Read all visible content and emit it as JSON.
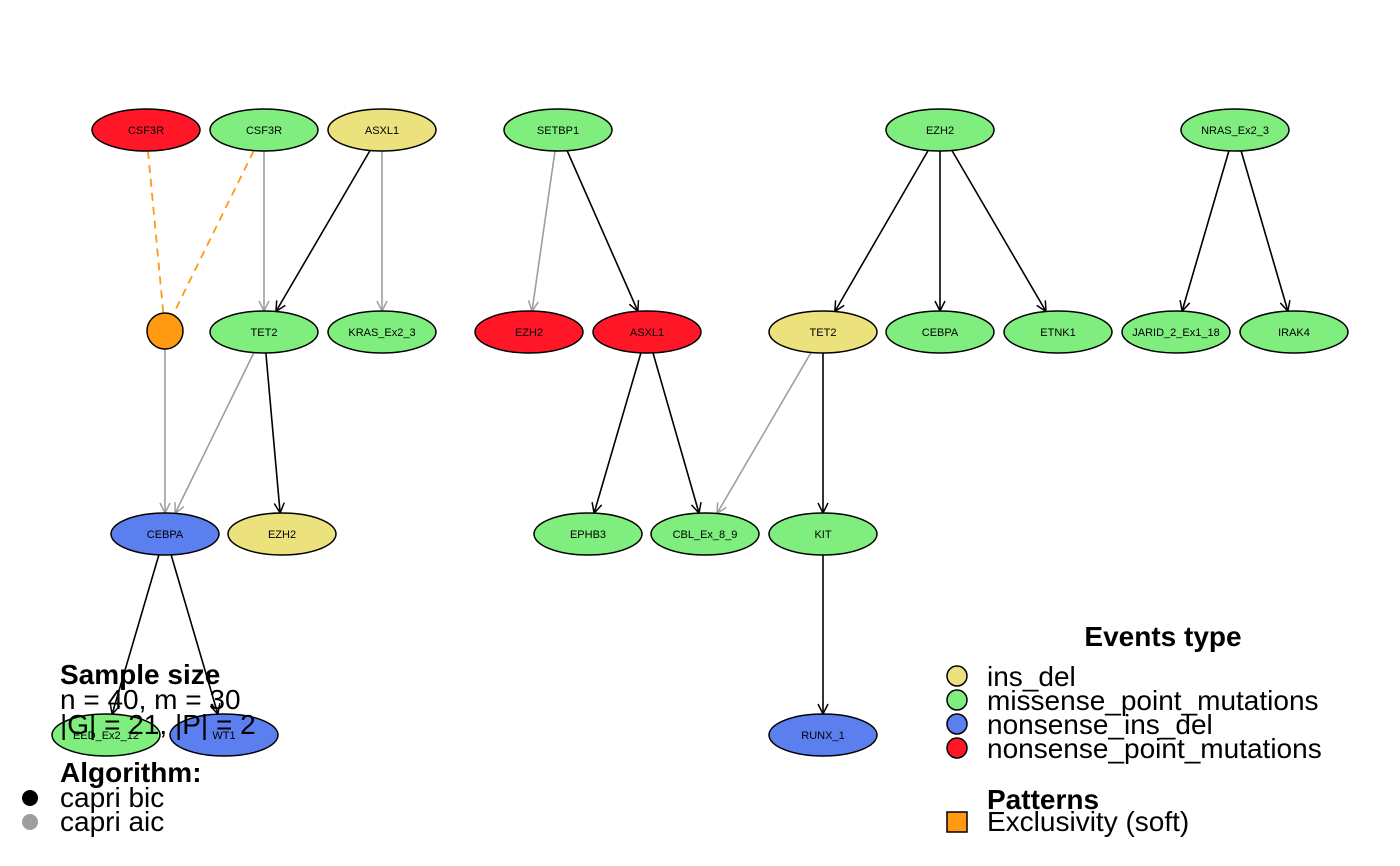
{
  "colors": {
    "ins_del": "#EBE27E",
    "missense_point_mutations": "#7FEE7F",
    "nonsense_ins_del": "#5B7FEE",
    "nonsense_point_mutations": "#FF1727",
    "pattern": "#FF9A12",
    "edge_bic": "#000000",
    "edge_aic": "#9E9E9E"
  },
  "nodes": [
    {
      "id": "csf3r_np",
      "label": "CSF3R",
      "type": "nonsense_point_mutations"
    },
    {
      "id": "csf3r_m",
      "label": "CSF3R",
      "type": "missense_point_mutations"
    },
    {
      "id": "asxl1_id",
      "label": "ASXL1",
      "type": "ins_del"
    },
    {
      "id": "setbp1",
      "label": "SETBP1",
      "type": "missense_point_mutations"
    },
    {
      "id": "ezh2_m",
      "label": "EZH2",
      "type": "missense_point_mutations"
    },
    {
      "id": "nras",
      "label": "NRAS_Ex2_3",
      "type": "missense_point_mutations"
    },
    {
      "id": "xor",
      "label": "",
      "type": "pattern"
    },
    {
      "id": "tet2_m",
      "label": "TET2",
      "type": "missense_point_mutations"
    },
    {
      "id": "kras",
      "label": "KRAS_Ex2_3",
      "type": "missense_point_mutations"
    },
    {
      "id": "ezh2_np",
      "label": "EZH2",
      "type": "nonsense_point_mutations"
    },
    {
      "id": "asxl1_np",
      "label": "ASXL1",
      "type": "nonsense_point_mutations"
    },
    {
      "id": "tet2_id",
      "label": "TET2",
      "type": "ins_del"
    },
    {
      "id": "cebpa_m",
      "label": "CEBPA",
      "type": "missense_point_mutations"
    },
    {
      "id": "etnk1",
      "label": "ETNK1",
      "type": "missense_point_mutations"
    },
    {
      "id": "jarid",
      "label": "JARID_2_Ex1_18",
      "type": "missense_point_mutations"
    },
    {
      "id": "irak4",
      "label": "IRAK4",
      "type": "missense_point_mutations"
    },
    {
      "id": "cebpa_ni",
      "label": "CEBPA",
      "type": "nonsense_ins_del"
    },
    {
      "id": "ezh2_id",
      "label": "EZH2",
      "type": "ins_del"
    },
    {
      "id": "ephb3",
      "label": "EPHB3",
      "type": "missense_point_mutations"
    },
    {
      "id": "cbl",
      "label": "CBL_Ex_8_9",
      "type": "missense_point_mutations"
    },
    {
      "id": "kit",
      "label": "KIT",
      "type": "missense_point_mutations"
    },
    {
      "id": "eed",
      "label": "EED_Ex2_12",
      "type": "missense_point_mutations"
    },
    {
      "id": "wt1",
      "label": "WT1",
      "type": "nonsense_ins_del"
    },
    {
      "id": "runx1",
      "label": "RUNX_1",
      "type": "nonsense_ins_del"
    }
  ],
  "edges": [
    {
      "from": "csf3r_np",
      "to": "xor",
      "kind": "pattern"
    },
    {
      "from": "csf3r_m",
      "to": "xor",
      "kind": "pattern"
    },
    {
      "from": "csf3r_m",
      "to": "tet2_m",
      "kind": "aic"
    },
    {
      "from": "asxl1_id",
      "to": "tet2_m",
      "kind": "bic"
    },
    {
      "from": "asxl1_id",
      "to": "kras",
      "kind": "aic"
    },
    {
      "from": "setbp1",
      "to": "ezh2_np",
      "kind": "aic"
    },
    {
      "from": "setbp1",
      "to": "asxl1_np",
      "kind": "bic"
    },
    {
      "from": "ezh2_m",
      "to": "tet2_id",
      "kind": "bic"
    },
    {
      "from": "ezh2_m",
      "to": "cebpa_m",
      "kind": "bic"
    },
    {
      "from": "ezh2_m",
      "to": "etnk1",
      "kind": "bic"
    },
    {
      "from": "nras",
      "to": "jarid",
      "kind": "bic"
    },
    {
      "from": "nras",
      "to": "irak4",
      "kind": "bic"
    },
    {
      "from": "xor",
      "to": "cebpa_ni",
      "kind": "aic"
    },
    {
      "from": "tet2_m",
      "to": "cebpa_ni",
      "kind": "aic"
    },
    {
      "from": "tet2_m",
      "to": "ezh2_id",
      "kind": "bic"
    },
    {
      "from": "asxl1_np",
      "to": "ephb3",
      "kind": "bic"
    },
    {
      "from": "asxl1_np",
      "to": "cbl",
      "kind": "bic"
    },
    {
      "from": "tet2_id",
      "to": "cbl",
      "kind": "aic"
    },
    {
      "from": "tet2_id",
      "to": "kit",
      "kind": "bic"
    },
    {
      "from": "cebpa_ni",
      "to": "eed",
      "kind": "bic"
    },
    {
      "from": "cebpa_ni",
      "to": "wt1",
      "kind": "bic"
    },
    {
      "from": "kit",
      "to": "runx1",
      "kind": "bic"
    }
  ],
  "legend": {
    "sample_title": "Sample size",
    "sample_line1": "n = 40, m = 30",
    "sample_line2": "|G| = 21, |P| = 2",
    "algorithm_title": "Algorithm:",
    "algorithms": [
      {
        "label": "capri bic",
        "color": "#000000"
      },
      {
        "label": "capri aic",
        "color": "#9E9E9E"
      }
    ],
    "events_title": "Events type",
    "events": [
      {
        "label": "ins_del",
        "type": "ins_del"
      },
      {
        "label": "missense_point_mutations",
        "type": "missense_point_mutations"
      },
      {
        "label": "nonsense_ins_del",
        "type": "nonsense_ins_del"
      },
      {
        "label": "nonsense_point_mutations",
        "type": "nonsense_point_mutations"
      }
    ],
    "patterns_title": "Patterns",
    "patterns": [
      {
        "label": "Exclusivity (soft)",
        "color": "#FF9A12"
      }
    ]
  }
}
